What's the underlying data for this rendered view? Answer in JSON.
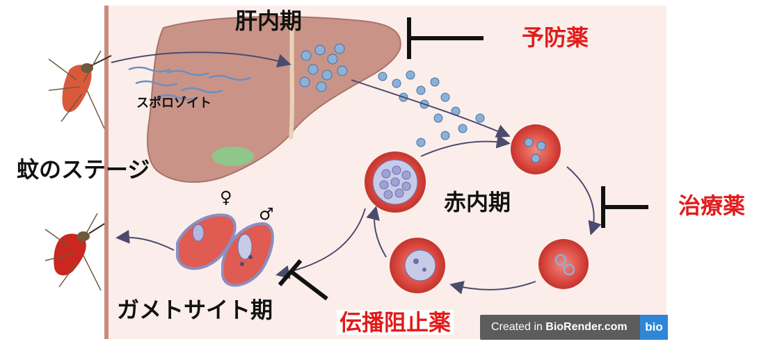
{
  "labels": {
    "liver_stage": "肝内期",
    "sporozoite": "スポロゾイト",
    "mosquito_stage": "蚊のステージ",
    "blood_stage": "赤内期",
    "gametocyte_stage": "ガメトサイト期",
    "female_symbol": "♀",
    "male_symbol": "♂"
  },
  "drugs": {
    "prophylactic": "予防薬",
    "treatment": "治療薬",
    "transmission_blocking": "伝播阻止薬"
  },
  "watermark": {
    "prefix": "Created in ",
    "brand": "BioRender.com",
    "logo": "bio"
  },
  "colors": {
    "drug_label": "#e21b1b",
    "liver": "#c99487",
    "rbc": "#e05c52",
    "parasite": "#3e72a8",
    "badge": "#5c5c5c"
  }
}
